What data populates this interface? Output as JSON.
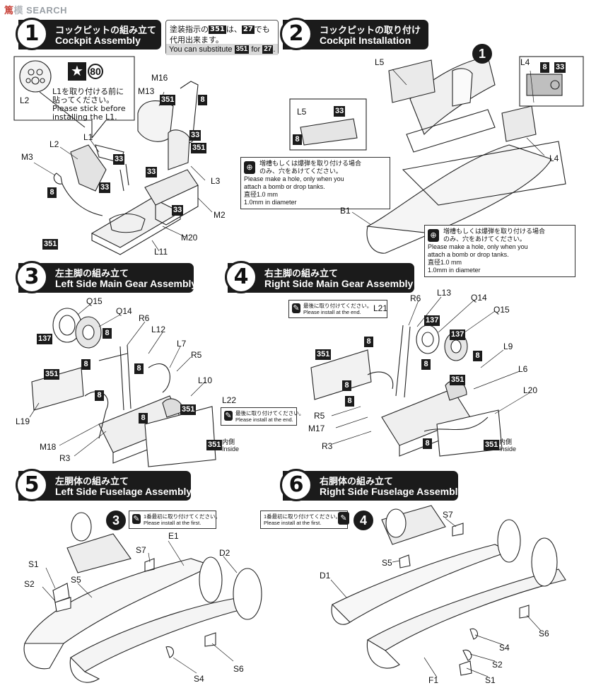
{
  "watermark": {
    "cn": "篤",
    "mid": "模",
    "en": "SEARCH"
  },
  "steps": [
    {
      "num": "1",
      "jp": "コックピットの組み立て",
      "en": "Cockpit Assembly"
    },
    {
      "num": "2",
      "jp": "コックピットの取り付け",
      "en": "Cockpit Installation"
    },
    {
      "num": "3",
      "jp": "左主脚の組み立て",
      "en": "Left Side Main Gear Assembly"
    },
    {
      "num": "4",
      "jp": "右主脚の組み立て",
      "en": "Right Side Main Gear Assembly"
    },
    {
      "num": "5",
      "jp": "左胴体の組み立て",
      "en": "Left Side Fuselage Assembly"
    },
    {
      "num": "6",
      "jp": "右胴体の組み立て",
      "en": "Right Side Fuselage Assembly"
    }
  ],
  "substitute": {
    "jp_a": "塗装指示の",
    "c1": "351",
    "jp_b": "は、",
    "c2": "27",
    "jp_c": "でも",
    "jp_line2": "代用出来ます。",
    "en_a": "You can substitute",
    "en_c1": "351",
    "en_for": "for",
    "en_c2": "27",
    "en_dot": "."
  },
  "notes": {
    "l1_stick": [
      "L1を取り付ける前に",
      "貼ってください。",
      "Please stick before",
      "installing the L1."
    ],
    "decal_no": "80",
    "hole_1": [
      "増槽もしくは爆弾を取り付ける場合",
      "のみ、穴をあけてください。",
      "Please make a hole, only when you",
      "attach a bomb or drop tanks."
    ],
    "hole_1_dia": [
      "直径1.0 mm",
      "1.0mm in  diameter"
    ],
    "hole_2": [
      "増槽もしくは爆弾を取り付ける場合",
      "のみ、穴をあけてください。",
      "Please make a hole, only when you",
      "attach a bomb or drop tanks."
    ],
    "hole_2_dia": [
      "直径1.0 mm",
      "1.0mm in  diameter"
    ],
    "end_1": [
      "最後に取り付けてください。",
      "Please install at the end."
    ],
    "end_2": [
      "最後に取り付けてください。",
      "Please install at the end."
    ],
    "first_1": [
      "1番最初に取り付けてください。",
      "Please install at the first."
    ],
    "first_2": [
      "1番最初に取り付けてください。",
      "Please install at the first."
    ],
    "inside_1": [
      "内側",
      "Inside"
    ],
    "inside_2": [
      "内側",
      "Inside"
    ],
    "ref_step1": "1",
    "ref_step3": "3",
    "ref_step4": "4"
  },
  "parts": {
    "L2a": "L2",
    "M16": "M16",
    "M13": "M13",
    "L1": "L1",
    "L2b": "L2",
    "M3": "M3",
    "L3": "L3",
    "M2": "M2",
    "M20": "M20",
    "L11": "L11",
    "L5a": "L5",
    "L5b": "L5",
    "L4a": "L4",
    "L4b": "L4",
    "B1": "B1",
    "Q15a": "Q15",
    "Q14a": "Q14",
    "R6a": "R6",
    "L12": "L12",
    "L7": "L7",
    "R5a": "R5",
    "L10": "L10",
    "L19": "L19",
    "M18": "M18",
    "R3a": "R3",
    "L22": "L22",
    "R6b": "R6",
    "L13": "L13",
    "Q14b": "Q14",
    "Q15b": "Q15",
    "L21": "L21",
    "L9": "L9",
    "L6": "L6",
    "L20": "L20",
    "R5b": "R5",
    "M17": "M17",
    "R3b": "R3",
    "E1": "E1",
    "D2": "D2",
    "S7a": "S7",
    "S1a": "S1",
    "S2a": "S2",
    "S5a": "S5",
    "S6a": "S6",
    "S4a": "S4",
    "S7b": "S7",
    "S5b": "S5",
    "D1": "D1",
    "S6b": "S6",
    "S4b": "S4",
    "S2b": "S2",
    "F1": "F1",
    "S1b": "S1"
  },
  "colors": {
    "c351a": "351",
    "c8a": "8",
    "c33a": "33",
    "c351b": "351",
    "c33b": "33",
    "c33c": "33",
    "c33d": "33",
    "c8b": "8",
    "c33e": "33",
    "c351c": "351",
    "c33f": "33",
    "c8c": "8",
    "c8d": "8",
    "c33g": "33",
    "c137a": "137",
    "c8e": "8",
    "c8f": "8",
    "c8g": "8",
    "c351d": "351",
    "c8h": "8",
    "c351e": "351",
    "c8i": "8",
    "c351f": "351",
    "c137b": "137",
    "c137c": "137",
    "c8j": "8",
    "c8k": "8",
    "c351g": "351",
    "c8l": "8",
    "c351h": "351",
    "c8m": "8",
    "c8n": "8",
    "c351i": "351"
  },
  "icons": {
    "stick": "star-decal-icon",
    "drill": "drill-hole-icon",
    "glue": "glue-tube-icon"
  }
}
